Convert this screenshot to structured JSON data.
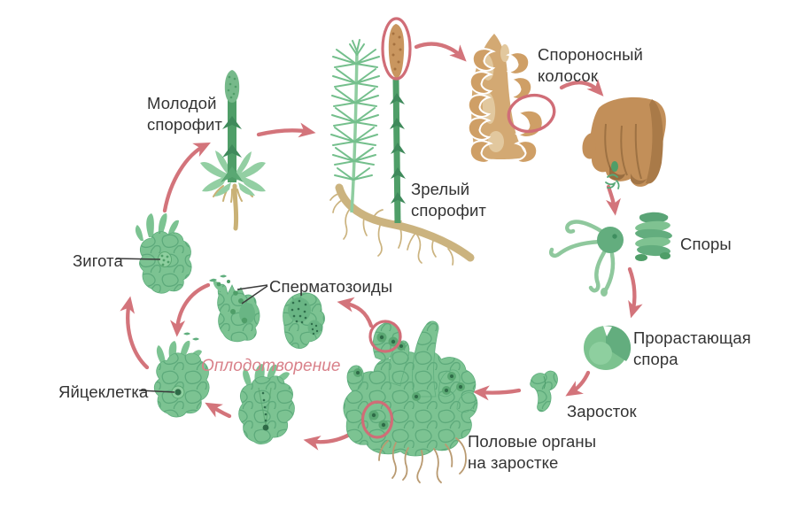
{
  "diagram": {
    "subject": "horsetail-life-cycle",
    "language": "ru"
  },
  "labels": {
    "young_sporophyte": "Молодой\nспорофит",
    "mature_sporophyte": "Зрелый\nспорофит",
    "strobilus": "Спороносный\nколосок",
    "spores": "Споры",
    "germinating_spore": "Прорастающая\nспора",
    "prothallus": "Заросток",
    "sex_organs": "Половые органы\nна заростке",
    "spermatozoa": "Сперматозоиды",
    "fertilization": "Оплодотворение",
    "egg_cell": "Яйцеклетка",
    "zygote": "Зигота"
  },
  "colors": {
    "arrow_pink": "#d3747b",
    "highlight_circle_red": "#d06d77",
    "plant_green": "#7cc392",
    "plant_green_dark": "#4f9e68",
    "strobilus_tan": "#d3a973",
    "rhizome_tan": "#cbb37f",
    "label_text": "#333333",
    "fertilization_text": "#d9818a"
  }
}
